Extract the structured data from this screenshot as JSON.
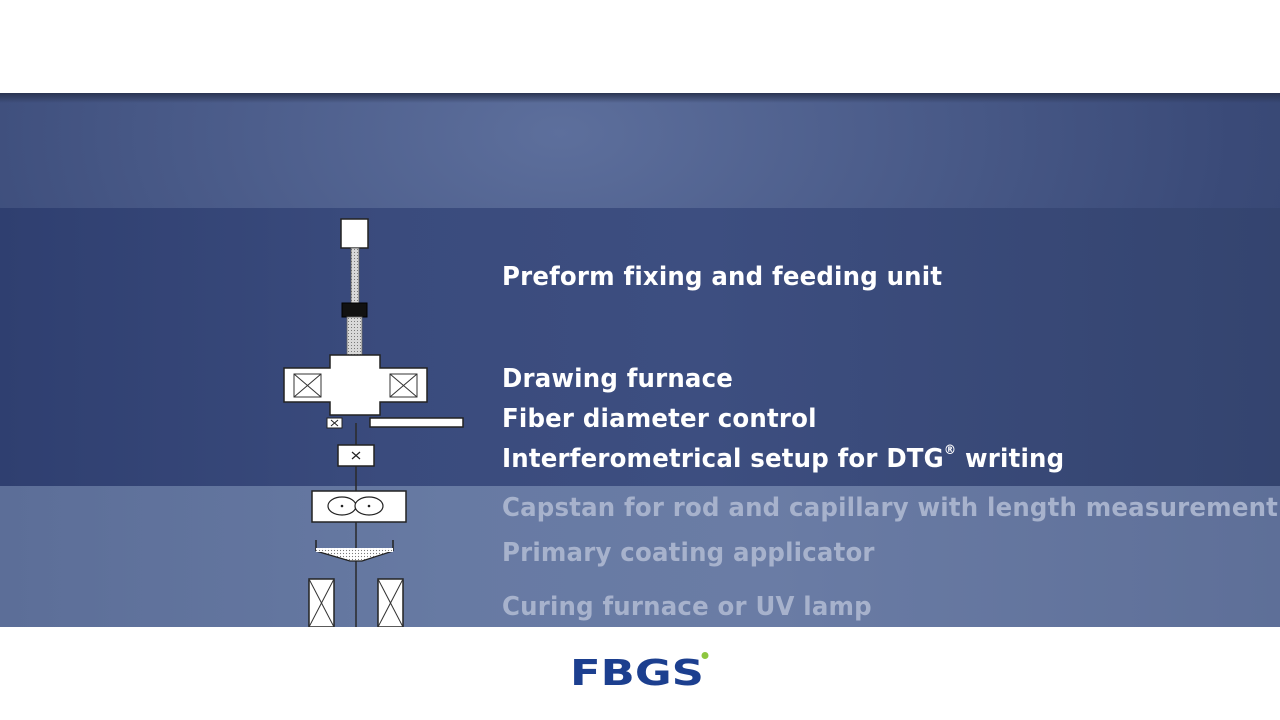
{
  "labels": {
    "preform": "Preform fixing and feeding unit",
    "furnace": "Drawing furnace",
    "diameter": "Fiber diameter control",
    "interferometer_pre": "Interferometrical setup for DTG",
    "interferometer_reg": "®",
    "interferometer_post": " writing",
    "capstan": "Capstan for rod and capillary with length measurement",
    "coating": "Primary coating applicator",
    "curing": "Curing furnace or UV lamp"
  },
  "logo": {
    "text": "FBGS"
  },
  "colors": {
    "accent_blue": "#1c3f8f",
    "logo_dot_green": "#8dc63f",
    "active_text": "#ffffff",
    "inactive_text": "#a7b2cc"
  }
}
